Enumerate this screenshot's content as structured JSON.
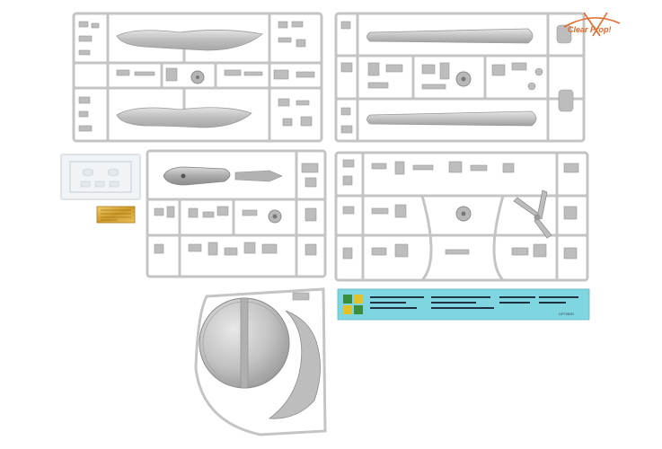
{
  "image": {
    "subject": "plastic model kit parts layout",
    "background_color": "#ffffff",
    "plastic_color": "#c9c9c9",
    "photo_etch_color": "#d8a531",
    "clear_part_color": "#eef2f4",
    "decal_backing_color": "#7fd6e0"
  },
  "logo": {
    "icon": "clear-prop-logo-icon",
    "text": "Clear Prop!",
    "color": "#e06a2b"
  },
  "decal_sheet": {
    "code": "CP72020",
    "icon": "decal-insignia-icons"
  },
  "sprues": [
    {
      "name": "sprue-fuselage-halves",
      "icon": "fuselage-halves-icon"
    },
    {
      "name": "sprue-long-booms",
      "icon": "booms-icon"
    },
    {
      "name": "sprue-nacelle",
      "icon": "nacelle-icon"
    },
    {
      "name": "sprue-rotor-details",
      "icon": "propeller-icon"
    },
    {
      "name": "sprue-rotor-disc",
      "icon": "disc-icon"
    },
    {
      "name": "clear-parts-sprue",
      "icon": "canopy-icon"
    },
    {
      "name": "photo-etch-fret",
      "icon": "photo-etch-icon"
    }
  ]
}
